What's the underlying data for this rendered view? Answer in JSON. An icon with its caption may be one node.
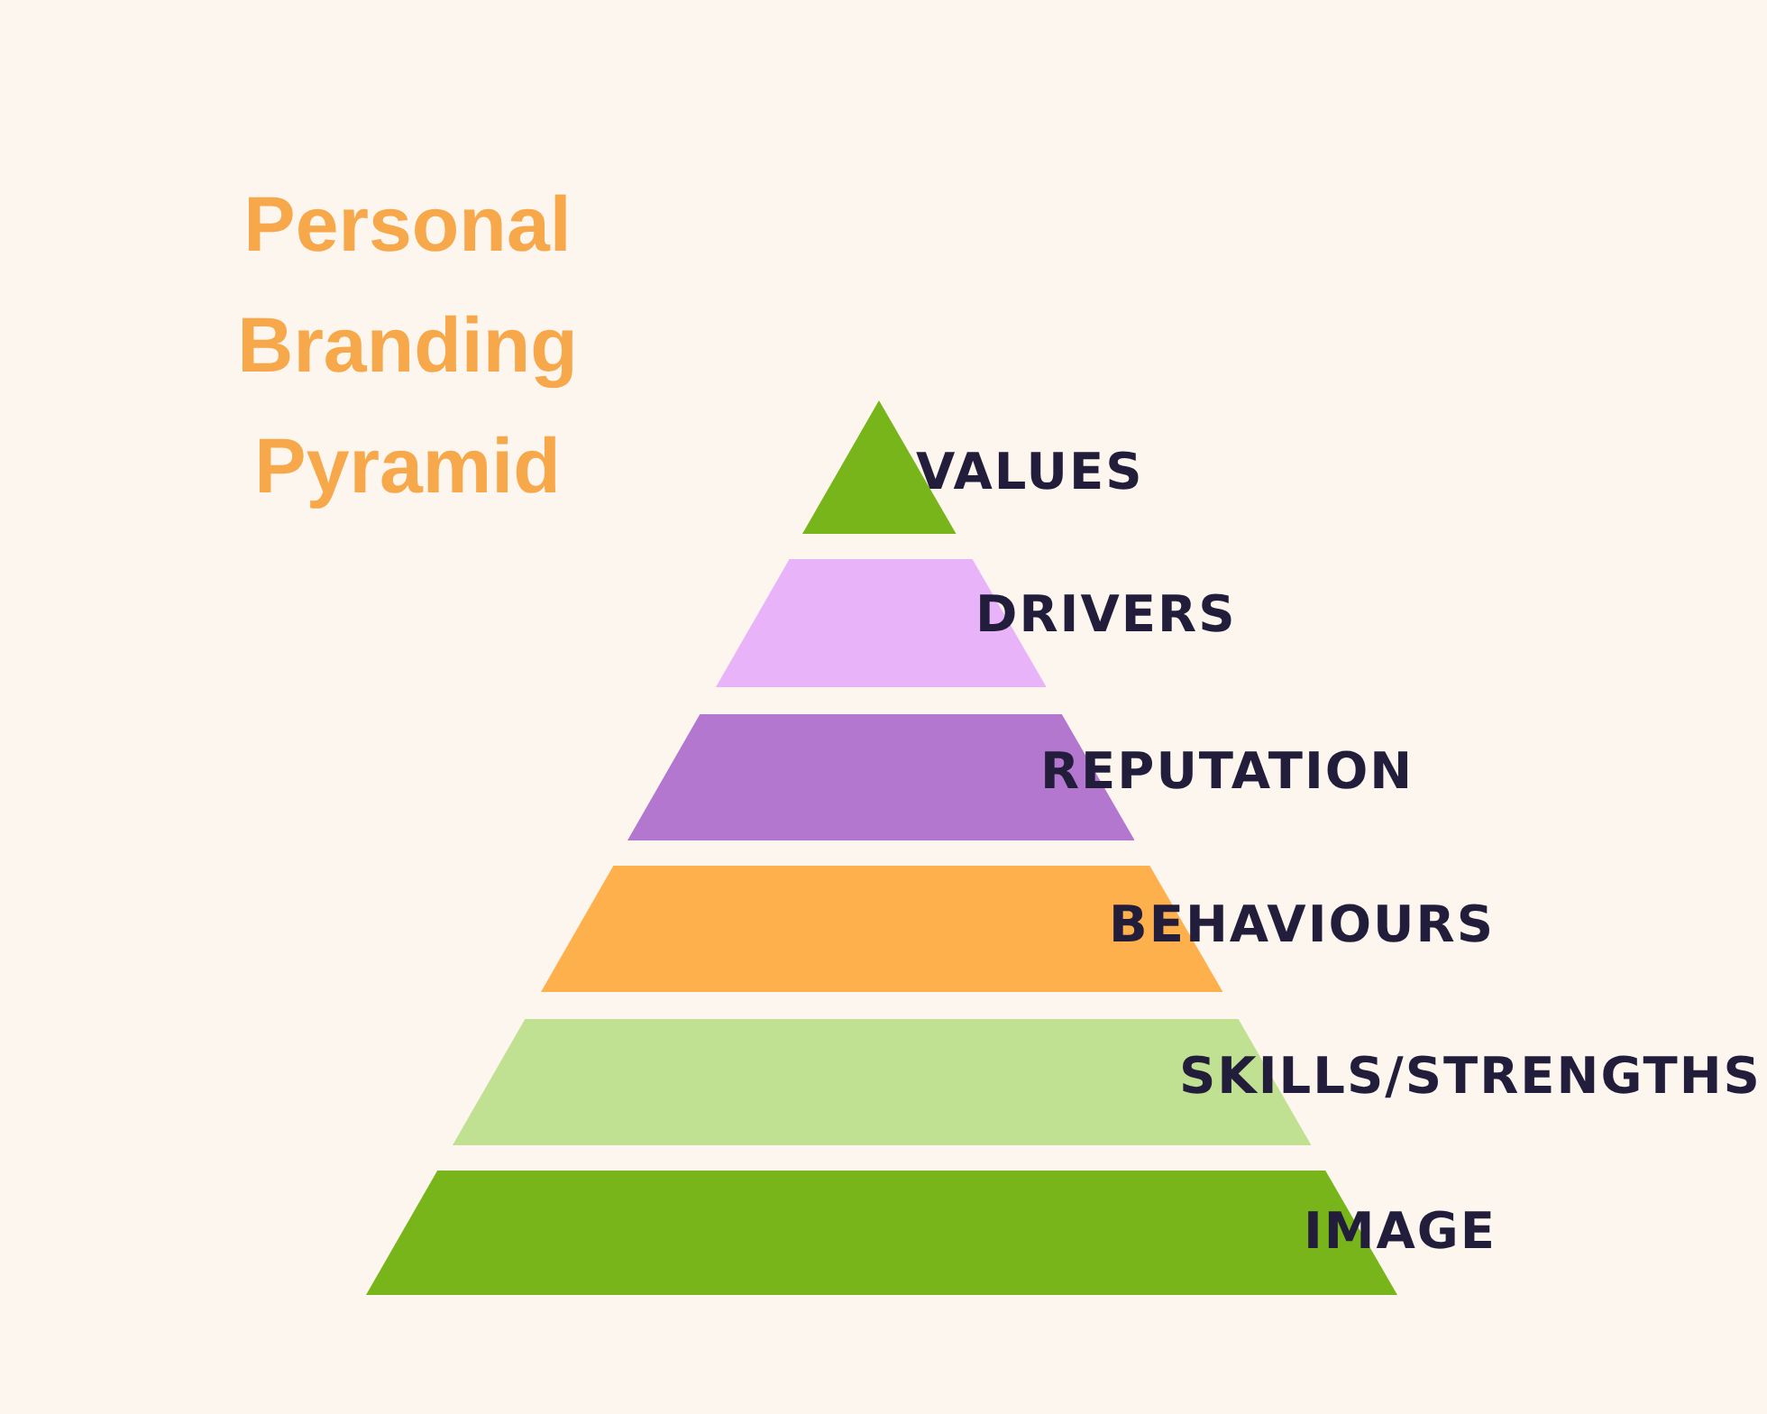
{
  "diagram": {
    "title": "Personal Branding Pyramid",
    "nodes": [
      {
        "text": [
          "VALUES"
        ]
      },
      {
        "text": [
          "DRIVERS"
        ]
      },
      {
        "text": [
          "REPUTATION"
        ]
      },
      {
        "text": [
          "BEHAVIOURS"
        ]
      },
      {
        "text": [
          "SKILLS/STRENGTHS"
        ]
      },
      {
        "text": [
          "IMAGE"
        ]
      }
    ]
  }
}
